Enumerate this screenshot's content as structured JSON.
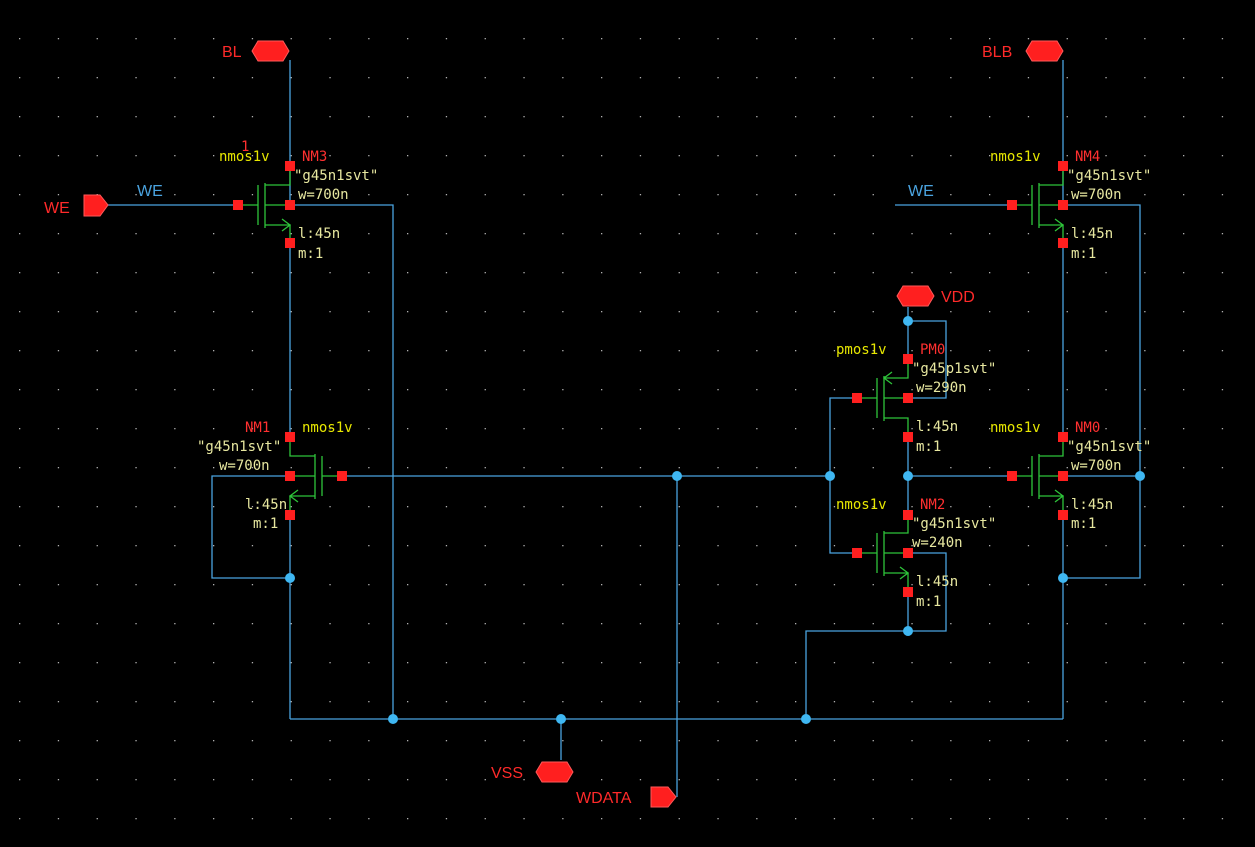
{
  "colors": {
    "background": "#000000",
    "wire": "#4aa3df",
    "symbol": "#2ec43a",
    "pin": "#ff1f1f",
    "cell_name": "#e8e800",
    "instance_name": "#ff3030",
    "parameter": "#e8e8a0"
  },
  "pins": {
    "bl": "BL",
    "blb": "BLB",
    "we": "WE",
    "vdd": "VDD",
    "vss": "VSS",
    "wdata": "WDATA"
  },
  "nets": {
    "we_left": "WE",
    "we_right": "WE"
  },
  "marker_one": "1",
  "transistors": {
    "nm3": {
      "cell": "nmos1v",
      "name": "NM3",
      "model": "\"g45n1svt\"",
      "w": "w=700n",
      "l": "l:45n",
      "m": "m:1"
    },
    "nm4": {
      "cell": "nmos1v",
      "name": "NM4",
      "model": "\"g45n1svt\"",
      "w": "w=700n",
      "l": "l:45n",
      "m": "m:1"
    },
    "nm1": {
      "cell": "nmos1v",
      "name": "NM1",
      "model": "\"g45n1svt\"",
      "w": "w=700n",
      "l": "l:45n",
      "m": "m:1"
    },
    "pm0": {
      "cell": "pmos1v",
      "name": "PM0",
      "model": "\"g45p1svt\"",
      "w": "w=290n",
      "l": "l:45n",
      "m": "m:1"
    },
    "nm0": {
      "cell": "nmos1v",
      "name": "NM0",
      "model": "\"g45n1svt\"",
      "w": "w=700n",
      "l": "l:45n",
      "m": "m:1"
    },
    "nm2": {
      "cell": "nmos1v",
      "name": "NM2",
      "model": "\"g45n1svt\"",
      "w": "w=240n",
      "l": "l:45n",
      "m": "m:1"
    }
  }
}
